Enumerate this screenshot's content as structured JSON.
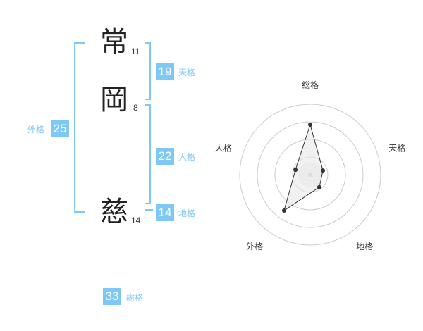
{
  "name": {
    "chars": [
      {
        "char": "常",
        "strokes": "11"
      },
      {
        "char": "岡",
        "strokes": "8"
      },
      {
        "char": "慈",
        "strokes": "14"
      }
    ]
  },
  "fortune": {
    "tenkaku": {
      "value": "19",
      "label": "天格"
    },
    "jinkaku": {
      "value": "22",
      "label": "人格"
    },
    "chikaku": {
      "value": "14",
      "label": "地格"
    },
    "gaikaku": {
      "value": "25",
      "label": "外格"
    },
    "soukaku": {
      "value": "33",
      "label": "総格"
    }
  },
  "chart_data": {
    "type": "radar",
    "axes": [
      "総格",
      "天格",
      "地格",
      "外格",
      "人格"
    ],
    "values": [
      0.71,
      0.19,
      0.22,
      0.63,
      0.22
    ],
    "rings": 4,
    "colors": {
      "line": "#333333",
      "fill": "#e8e8e8",
      "grid": "#cccccc",
      "center": "#cccccc"
    }
  },
  "colors": {
    "accent": "#7ec8f5"
  }
}
